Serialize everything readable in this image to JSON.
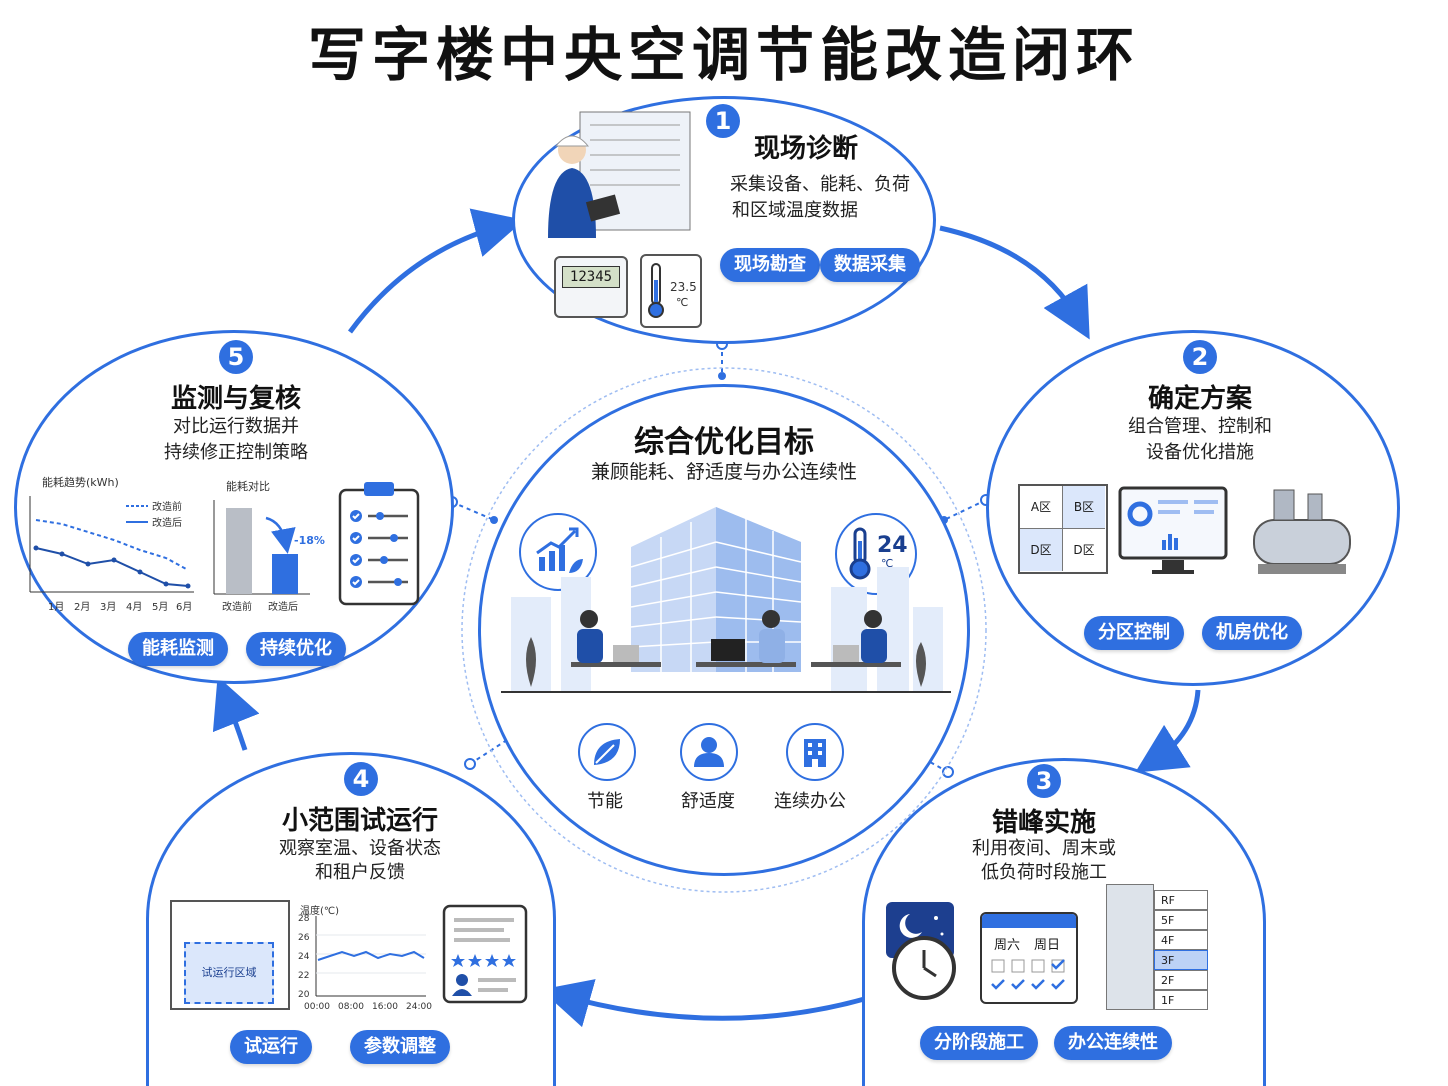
{
  "title": "写字楼中央空调节能改造闭环",
  "center": {
    "title": "综合优化目标",
    "subtitle": "兼顾能耗、舒适度与办公连续性",
    "temp": "24",
    "temp_unit": "℃",
    "goals": [
      {
        "label": "节能",
        "icon": "leaf-icon"
      },
      {
        "label": "舒适度",
        "icon": "person-icon"
      },
      {
        "label": "连续办公",
        "icon": "building-icon"
      }
    ]
  },
  "steps": [
    {
      "num": "1",
      "title": "现场诊断",
      "desc": [
        "采集设备、能耗、负荷",
        "和区域温度数据"
      ],
      "tags": [
        "现场勘查",
        "数据采集"
      ],
      "meter": "12345",
      "thermo": "23.5",
      "thermo_unit": "℃"
    },
    {
      "num": "2",
      "title": "确定方案",
      "desc": [
        "组合管理、控制和",
        "设备优化措施"
      ],
      "tags": [
        "分区控制",
        "机房优化"
      ],
      "zones": [
        "A区",
        "B区",
        "D区",
        "D区"
      ]
    },
    {
      "num": "3",
      "title": "错峰实施",
      "desc": [
        "利用夜间、周末或",
        "低负荷时段施工"
      ],
      "tags": [
        "分阶段施工",
        "办公连续性"
      ],
      "days": [
        "周六",
        "周日"
      ],
      "floors": [
        "RF",
        "5F",
        "4F",
        "3F",
        "2F",
        "1F"
      ]
    },
    {
      "num": "4",
      "title": "小范围试运行",
      "desc": [
        "观察室温、设备状态",
        "和租户反馈"
      ],
      "tags": [
        "试运行",
        "参数调整"
      ],
      "zone_label": "试运行区域",
      "chart_title": "温度(℃)",
      "y_ticks": [
        "28",
        "26",
        "24",
        "22",
        "20"
      ],
      "x_ticks": [
        "00:00",
        "08:00",
        "16:00",
        "24:00"
      ]
    },
    {
      "num": "5",
      "title": "监测与复核",
      "desc": [
        "对比运行数据并",
        "持续修正控制策略"
      ],
      "tags": [
        "能耗监测",
        "持续优化"
      ],
      "trend_title": "能耗趋势(kWh)",
      "legend": [
        "改造前",
        "改造后"
      ],
      "months": [
        "1月",
        "2月",
        "3月",
        "4月",
        "5月",
        "6月"
      ],
      "compare_title": "能耗对比",
      "compare_labels": [
        "改造前",
        "改造后"
      ],
      "saving": "-18%"
    }
  ],
  "colors": {
    "accent": "#2f6fe0",
    "light": "#dbe7fb"
  }
}
